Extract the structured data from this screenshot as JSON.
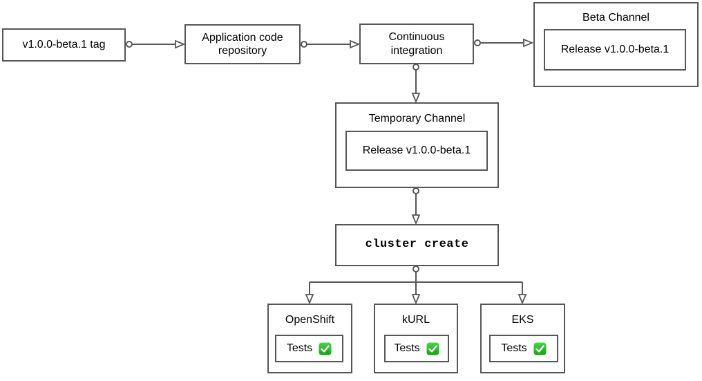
{
  "diagram": {
    "nodes": {
      "tag": {
        "label": "v1.0.0-beta.1 tag"
      },
      "repo": {
        "label": "Application code\nrepository"
      },
      "ci": {
        "label": "Continuous\nintegration"
      },
      "beta_channel": {
        "title": "Beta Channel",
        "release": "Release v1.0.0-beta.1"
      },
      "temp_channel": {
        "title": "Temporary Channel",
        "release": "Release v1.0.0-beta.1"
      },
      "cluster_create": {
        "label": "cluster create"
      }
    },
    "clusters": [
      {
        "title": "OpenShift",
        "tests_label": "Tests",
        "status_icon": "check-mark-green"
      },
      {
        "title": "kURL",
        "tests_label": "Tests",
        "status_icon": "check-mark-green"
      },
      {
        "title": "EKS",
        "tests_label": "Tests",
        "status_icon": "check-mark-green"
      }
    ],
    "icons": {
      "tests_passed": "white-heavy-check-mark"
    },
    "colors": {
      "background": "#ffffff",
      "node_fill": "#ffffff",
      "border": "#565656",
      "connector": "#565656",
      "text": "#000000",
      "check_green_top": "#44d644",
      "check_green_bottom": "#16a316",
      "check_mark": "#ffffff"
    }
  }
}
